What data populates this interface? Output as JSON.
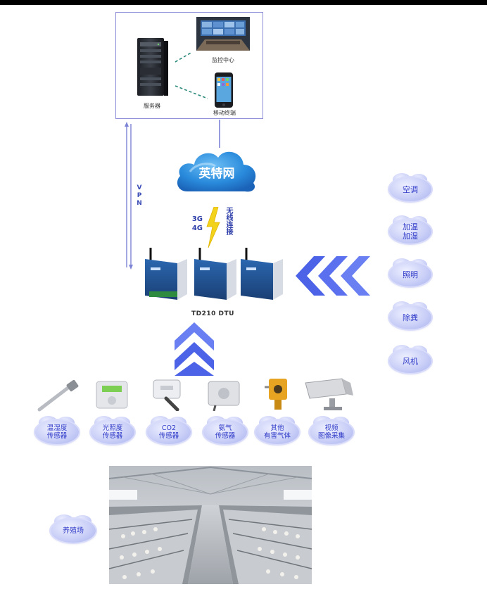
{
  "top_box": {
    "server_label": "服务器",
    "monitor_label": "监控中心",
    "mobile_label": "移动终端"
  },
  "link": {
    "vpn_label": "VPN"
  },
  "cloud": {
    "label": "英特网"
  },
  "wireless": {
    "net_3g": "3G",
    "net_4g": "4G",
    "text": "无线连接"
  },
  "dtu": {
    "label": "TD210 DTU",
    "count": 3
  },
  "actuators": [
    {
      "label": "空调"
    },
    {
      "label": "加温\n加湿"
    },
    {
      "label": "照明"
    },
    {
      "label": "除粪"
    },
    {
      "label": "风机"
    }
  ],
  "sensors": [
    {
      "label": "温湿度\n传感器"
    },
    {
      "label": "光照度\n传感器"
    },
    {
      "label": "CO2\n传感器"
    },
    {
      "label": "氨气\n传感器"
    },
    {
      "label": "其他\n有害气体"
    },
    {
      "label": "视频\n图像采集"
    }
  ],
  "farm": {
    "label": "养殖场"
  },
  "colors": {
    "accent": "#4c63e8",
    "cloud": "#2a7fd4",
    "bubble_text": "#2f3ac8"
  }
}
